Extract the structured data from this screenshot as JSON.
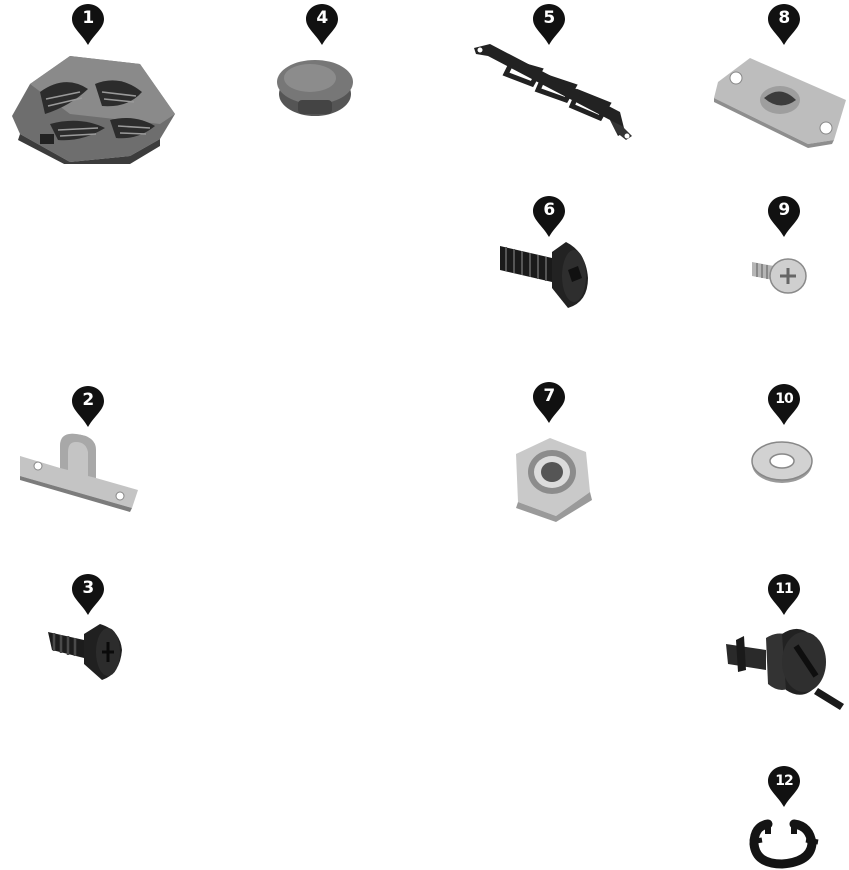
{
  "parts": [
    {
      "number": "1",
      "icon": "carrier-plate-icon"
    },
    {
      "number": "2",
      "icon": "metal-bracket-icon"
    },
    {
      "number": "3",
      "icon": "self-tapping-screw-icon"
    },
    {
      "number": "4",
      "icon": "rubber-plug-icon"
    },
    {
      "number": "5",
      "icon": "frame-strut-icon"
    },
    {
      "number": "6",
      "icon": "countersunk-bolt-icon"
    },
    {
      "number": "7",
      "icon": "lock-nut-icon"
    },
    {
      "number": "8",
      "icon": "slotted-plate-icon"
    },
    {
      "number": "9",
      "icon": "phillips-screw-icon"
    },
    {
      "number": "10",
      "icon": "washer-icon"
    },
    {
      "number": "11",
      "icon": "quick-release-fastener-icon"
    },
    {
      "number": "12",
      "icon": "circlip-icon"
    }
  ],
  "colors": {
    "marker": "#111111",
    "label": "#ffffff",
    "background": "#ffffff"
  }
}
